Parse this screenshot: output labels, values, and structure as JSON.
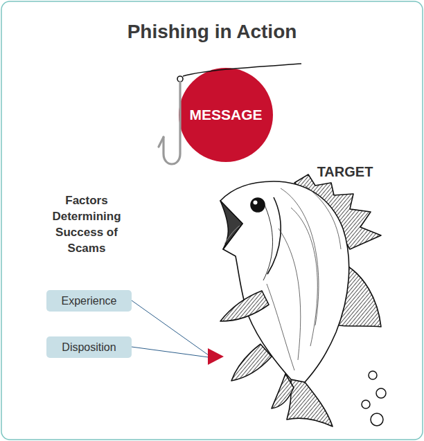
{
  "diagram": {
    "title": "Phishing in Action",
    "nodes": [
      {
        "text": [
          "MESSAGE"
        ]
      },
      {
        "text": [
          "Experience"
        ]
      },
      {
        "text": [
          "Disposition"
        ]
      }
    ],
    "labels": [
      "TARGET",
      "Factors Determining Success of Scams"
    ]
  }
}
